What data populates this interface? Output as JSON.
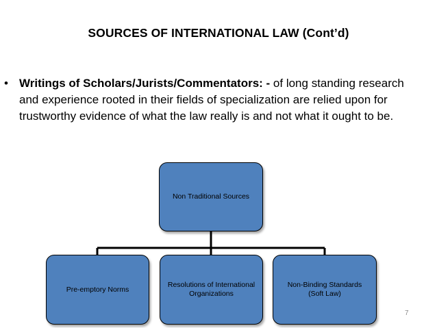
{
  "slide": {
    "title": "SOURCES OF INTERNATIONAL LAW (Cont’d)",
    "bullet": {
      "marker": "•",
      "lead": "Writings of Scholars/Jurists/Commentators: -",
      "body": " of long standing research and experience rooted in their fields of specialization are relied upon for trustworthy evidence of what the law really is and not what it ought to be."
    },
    "page_number": "7"
  },
  "org_chart": {
    "root": "Non Traditional Sources",
    "children": [
      "Pre-emptory Norms",
      "Resolutions of International Organizations",
      "Non-Binding Standards\n(Soft Law)"
    ],
    "node_color": "#4f81bd",
    "connector_color": "#000000"
  }
}
